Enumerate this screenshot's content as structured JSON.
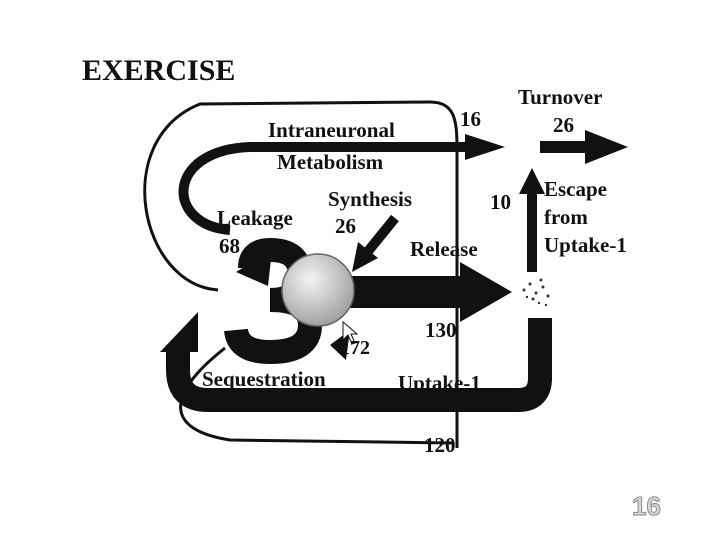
{
  "slide": {
    "title": "EXERCISE",
    "page_number": "16"
  },
  "labels": {
    "intraneuronal": "Intraneuronal",
    "metabolism": "Metabolism",
    "intraneuronal_value": "16",
    "turnover": "Turnover",
    "turnover_value": "26",
    "synthesis": "Synthesis",
    "synthesis_value": "26",
    "leakage": "Leakage",
    "leakage_value": "68",
    "release": "Release",
    "release_value": "10",
    "escape_line1": "Escape",
    "escape_line2": "from",
    "escape_line3": "Uptake-1",
    "sequestration_value": "172",
    "sequestration": "Sequestration",
    "uptake_value": "130",
    "uptake": "Uptake-1",
    "bottom_value": "120"
  },
  "colors": {
    "ink": "#111111",
    "vesicle": "#bdbdbd",
    "page_number_fill": "#d8d8d8"
  }
}
